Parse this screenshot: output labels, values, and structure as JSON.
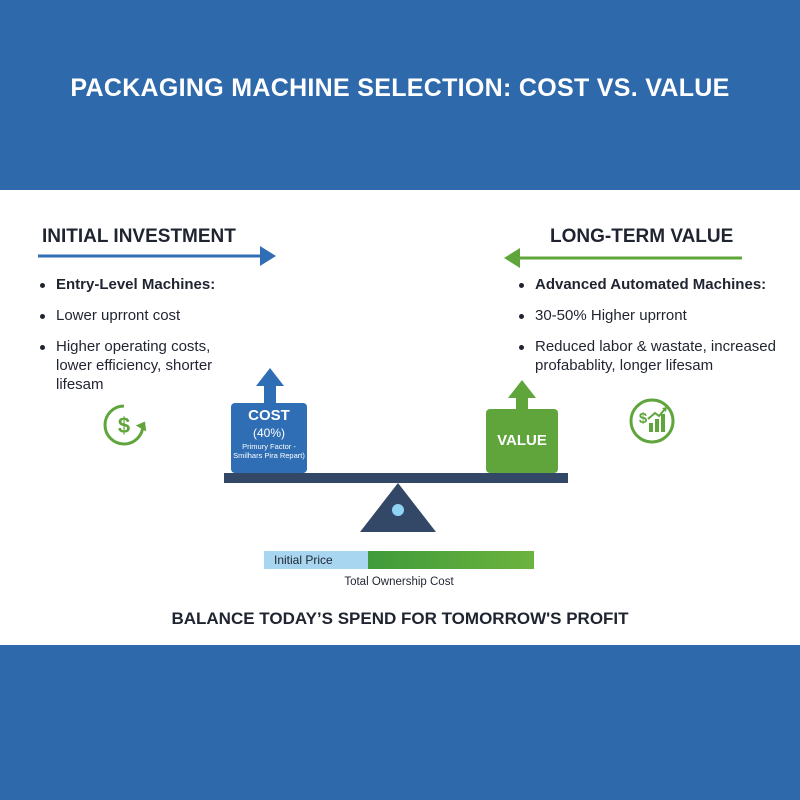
{
  "header": {
    "title": "PACKAGING MACHINE SELECTION: COST VS. VALUE"
  },
  "left": {
    "title": "INITIAL INVESTMENT",
    "items": [
      "Entry-Level Machines:",
      "Lower uprront cost",
      "Higher operating costs, lower efficiency, shorter lifesam"
    ],
    "icon": "dollar-cycle-icon"
  },
  "right": {
    "title": "LONG-TERM VALUE",
    "items": [
      "Advanced Automated Machines:",
      "30-50% Higher uprront",
      "Reduced labor & wastate, increased profabablity, longer lifesam"
    ],
    "icon": "growth-chart-icon"
  },
  "scale": {
    "cost_label": "COST",
    "cost_pct": "(40%)",
    "cost_note": "Primury Factor - Smilhars Pira Repart)",
    "value_label": "VALUE"
  },
  "ownership_bar": {
    "initial_label": "Initial Price",
    "caption": "Total Ownership Cost"
  },
  "tagline": "BALANCE TODAY’S SPEND FOR TOMORROW'S PROFIT",
  "colors": {
    "band_blue": "#2e69ac",
    "cost_blue": "#2f6eb5",
    "value_green": "#5fa53b",
    "beam_navy": "#334766"
  }
}
